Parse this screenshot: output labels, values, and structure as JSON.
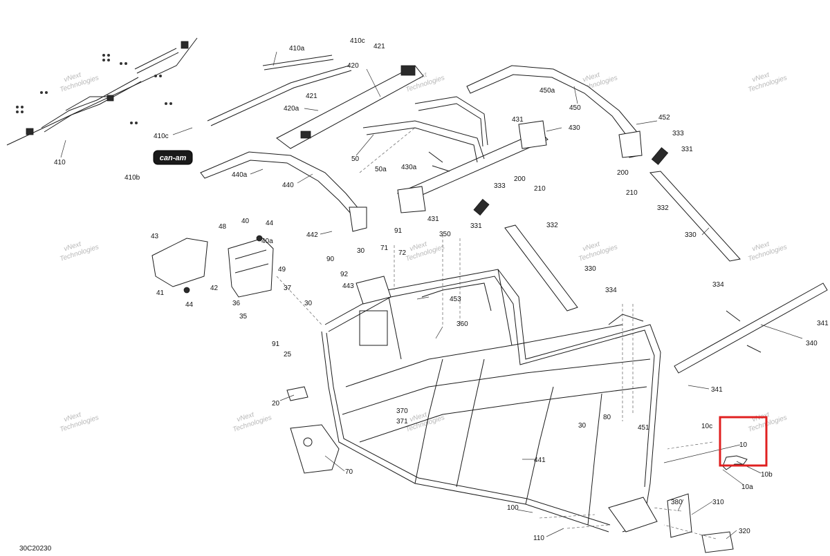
{
  "document_code": "30C20230",
  "watermark": {
    "line1": "vNext",
    "line2": "Technologies"
  },
  "logo": {
    "text": "can-am"
  },
  "highlight_color": "#e02020",
  "callouts": [
    {
      "id": "410a",
      "text": "410a"
    },
    {
      "id": "410c-top",
      "text": "410c"
    },
    {
      "id": "421-top",
      "text": "421"
    },
    {
      "id": "420",
      "text": "420"
    },
    {
      "id": "421-mid",
      "text": "421"
    },
    {
      "id": "420a",
      "text": "420a"
    },
    {
      "id": "410c-left",
      "text": "410c"
    },
    {
      "id": "410",
      "text": "410"
    },
    {
      "id": "410b",
      "text": "410b"
    },
    {
      "id": "50",
      "text": "50"
    },
    {
      "id": "50a",
      "text": "50a"
    },
    {
      "id": "430a",
      "text": "430a"
    },
    {
      "id": "440a",
      "text": "440a"
    },
    {
      "id": "440",
      "text": "440"
    },
    {
      "id": "442",
      "text": "442"
    },
    {
      "id": "431-top",
      "text": "431"
    },
    {
      "id": "430",
      "text": "430"
    },
    {
      "id": "431-bot",
      "text": "431"
    },
    {
      "id": "333-mid",
      "text": "333"
    },
    {
      "id": "200-mid",
      "text": "200"
    },
    {
      "id": "210-mid",
      "text": "210"
    },
    {
      "id": "450a",
      "text": "450a"
    },
    {
      "id": "450",
      "text": "450"
    },
    {
      "id": "452",
      "text": "452"
    },
    {
      "id": "333-right",
      "text": "333"
    },
    {
      "id": "331-right",
      "text": "331"
    },
    {
      "id": "200-right",
      "text": "200"
    },
    {
      "id": "210-right",
      "text": "210"
    },
    {
      "id": "332-right",
      "text": "332"
    },
    {
      "id": "330-right",
      "text": "330"
    },
    {
      "id": "334-right",
      "text": "334"
    },
    {
      "id": "331-mid",
      "text": "331"
    },
    {
      "id": "332-mid",
      "text": "332"
    },
    {
      "id": "330-mid",
      "text": "330"
    },
    {
      "id": "334-mid",
      "text": "334"
    },
    {
      "id": "341-top",
      "text": "341"
    },
    {
      "id": "340",
      "text": "340"
    },
    {
      "id": "341-bot",
      "text": "341"
    },
    {
      "id": "43",
      "text": "43"
    },
    {
      "id": "48",
      "text": "48"
    },
    {
      "id": "40",
      "text": "40"
    },
    {
      "id": "44-top",
      "text": "44"
    },
    {
      "id": "40a",
      "text": "40a"
    },
    {
      "id": "49",
      "text": "49"
    },
    {
      "id": "42",
      "text": "42"
    },
    {
      "id": "41",
      "text": "41"
    },
    {
      "id": "44-bot",
      "text": "44"
    },
    {
      "id": "37",
      "text": "37"
    },
    {
      "id": "36",
      "text": "36"
    },
    {
      "id": "35",
      "text": "35"
    },
    {
      "id": "91-top",
      "text": "91"
    },
    {
      "id": "350",
      "text": "350"
    },
    {
      "id": "30-top",
      "text": "30"
    },
    {
      "id": "71",
      "text": "71"
    },
    {
      "id": "72",
      "text": "72"
    },
    {
      "id": "90",
      "text": "90"
    },
    {
      "id": "92",
      "text": "92"
    },
    {
      "id": "443",
      "text": "443"
    },
    {
      "id": "453",
      "text": "453"
    },
    {
      "id": "30-left",
      "text": "30"
    },
    {
      "id": "360",
      "text": "360"
    },
    {
      "id": "91-left",
      "text": "91"
    },
    {
      "id": "25",
      "text": "25"
    },
    {
      "id": "20",
      "text": "20"
    },
    {
      "id": "370",
      "text": "370"
    },
    {
      "id": "371",
      "text": "371"
    },
    {
      "id": "80",
      "text": "80"
    },
    {
      "id": "30-right",
      "text": "30"
    },
    {
      "id": "451",
      "text": "451"
    },
    {
      "id": "441",
      "text": "441"
    },
    {
      "id": "70",
      "text": "70"
    },
    {
      "id": "10c",
      "text": "10c"
    },
    {
      "id": "10",
      "text": "10"
    },
    {
      "id": "10b",
      "text": "10b"
    },
    {
      "id": "10a",
      "text": "10a"
    },
    {
      "id": "380",
      "text": "380"
    },
    {
      "id": "310",
      "text": "310"
    },
    {
      "id": "100",
      "text": "100"
    },
    {
      "id": "110",
      "text": "110"
    },
    {
      "id": "320",
      "text": "320"
    }
  ]
}
